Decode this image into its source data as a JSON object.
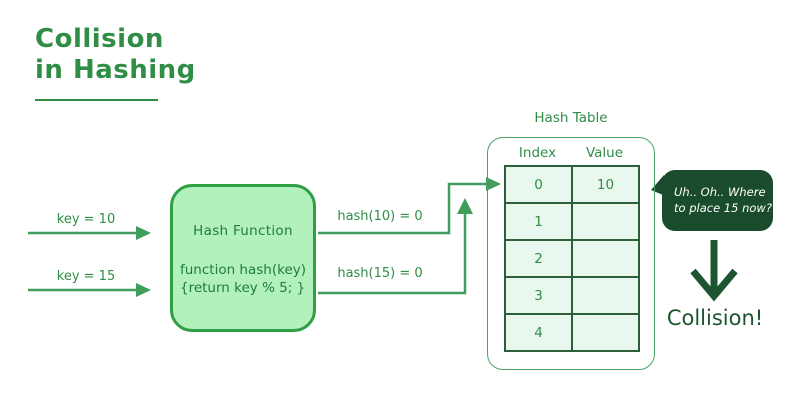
{
  "title": {
    "line1": "Collision",
    "line2": "in Hashing"
  },
  "inputs": {
    "key1_label": "key = 10",
    "key2_label": "key = 15"
  },
  "hash_function": {
    "name": "Hash Function",
    "code_line1": "function hash(key)",
    "code_line2": "{return key % 5; }"
  },
  "hash_outputs": {
    "out1_label": "hash(10) = 0",
    "out2_label": "hash(15) = 0"
  },
  "hash_table": {
    "title": "Hash Table",
    "columns": [
      "Index",
      "Value"
    ],
    "rows": [
      {
        "index": "0",
        "value": "10"
      },
      {
        "index": "1",
        "value": ""
      },
      {
        "index": "2",
        "value": ""
      },
      {
        "index": "3",
        "value": ""
      },
      {
        "index": "4",
        "value": ""
      }
    ]
  },
  "speech_bubble": {
    "line1": "Uh.. Oh.. Where",
    "line2": "to place 15 now?"
  },
  "collision_label": "Collision!",
  "colors": {
    "brand_green": "#2f8d46",
    "arrow_green": "#3f9e5b",
    "box_fill": "#b2f0bc",
    "box_border": "#2f9e44",
    "box_text": "#1e7d3d",
    "cell_fill": "#e9f8ee",
    "cell_border": "#2d5f3a",
    "container_border": "#4aa368",
    "bubble_bg": "#1b4b2d",
    "bubble_text": "#ffffff",
    "dark_green": "#1d5530",
    "background": "#ffffff"
  }
}
